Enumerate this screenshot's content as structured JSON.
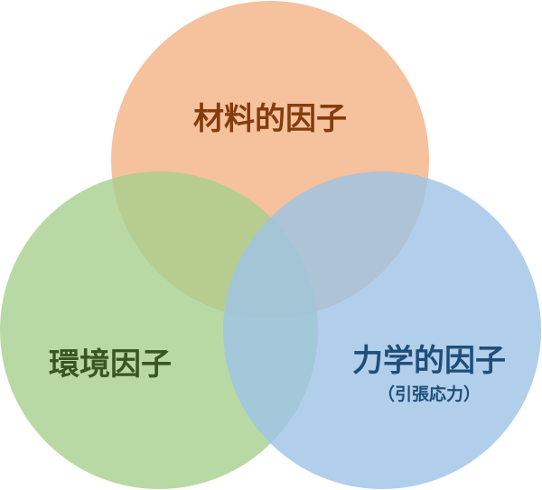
{
  "diagram": {
    "type": "venn",
    "sets": [
      {
        "id": "material",
        "label": "材料的因子",
        "fill_color": "#F4B184",
        "text_color": "#843C0C"
      },
      {
        "id": "environment",
        "label": "環境因子",
        "fill_color": "#A8D08D",
        "text_color": "#385723"
      },
      {
        "id": "mechanical",
        "label": "力学的因子",
        "sublabel": "（引張応力）",
        "fill_color": "#9DC3E6",
        "text_color": "#1F4E79"
      }
    ],
    "overlap_opacity": 0.8
  }
}
